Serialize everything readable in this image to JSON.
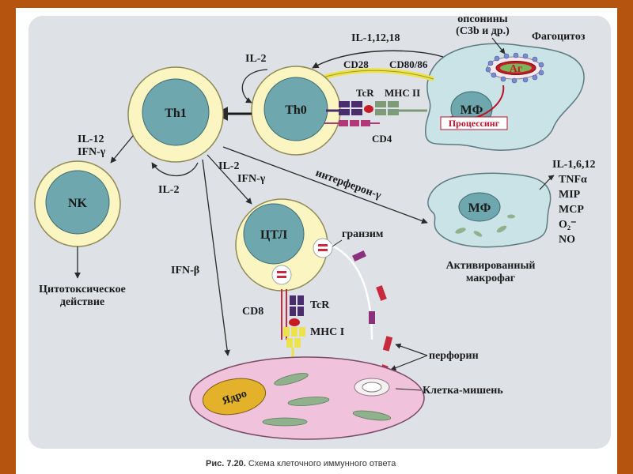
{
  "colors": {
    "border": "#b5540f",
    "panel": "#dee2e6",
    "cell_ring": "#fbf5c2",
    "nucleus": "#6ea7ad",
    "macrophage": "#c9e3e7",
    "target_cell": "#f0c2dc",
    "accent_red": "#c0102a",
    "granzyme": "#8c2f7d",
    "perforin": "#c72a3e",
    "receptor_dark": "#4b2d6e",
    "receptor_green": "#7d9b79",
    "yellow": "#ece24e"
  },
  "cells": {
    "th1": "Th1",
    "th0": "Th0",
    "nk": "NK",
    "ctl": "ЦТЛ",
    "mf_top": "МФ",
    "mf_active": "МФ",
    "nucleus": "Ядро",
    "antigen": "Аг"
  },
  "labels": {
    "opsonins_1": "опсонины",
    "opsonins_2": "(C3b и др.)",
    "il_1_12_18": "IL-1,12,18",
    "phagocytosis": "Фагоцитоз",
    "il2_top": "IL-2",
    "cd28": "CD28",
    "cd80_86": "CD80/86",
    "tcr_top": "TcR",
    "mhc2": "MHC II",
    "cd4": "CD4",
    "processing": "Процессинг",
    "il12": "IL-12",
    "ifn_g_left": "IFN-γ",
    "il2_mid": "IL-2",
    "ifn_g_mid": "IFN-γ",
    "il2_loop": "IL-2",
    "interferon_g": "интерферон-γ",
    "cytotoxic_1": "Цитотоксическое",
    "cytotoxic_2": "действие",
    "granzyme": "гранзим",
    "ifn_b": "IFN-β",
    "cd8": "CD8",
    "tcr_bottom": "TcR",
    "mhc1": "MHC I",
    "perforin": "перфорин",
    "target": "Клетка-мишень",
    "activated_1": "Активированный",
    "activated_2": "макрофаг"
  },
  "cytokines": [
    "IL-1,6,12",
    "TNFα",
    "MIP",
    "MCP",
    "O₂⁻",
    "NO"
  ],
  "caption": {
    "prefix": "Рис. 7.20.",
    "text": " Схема клеточного иммунного ответа"
  }
}
